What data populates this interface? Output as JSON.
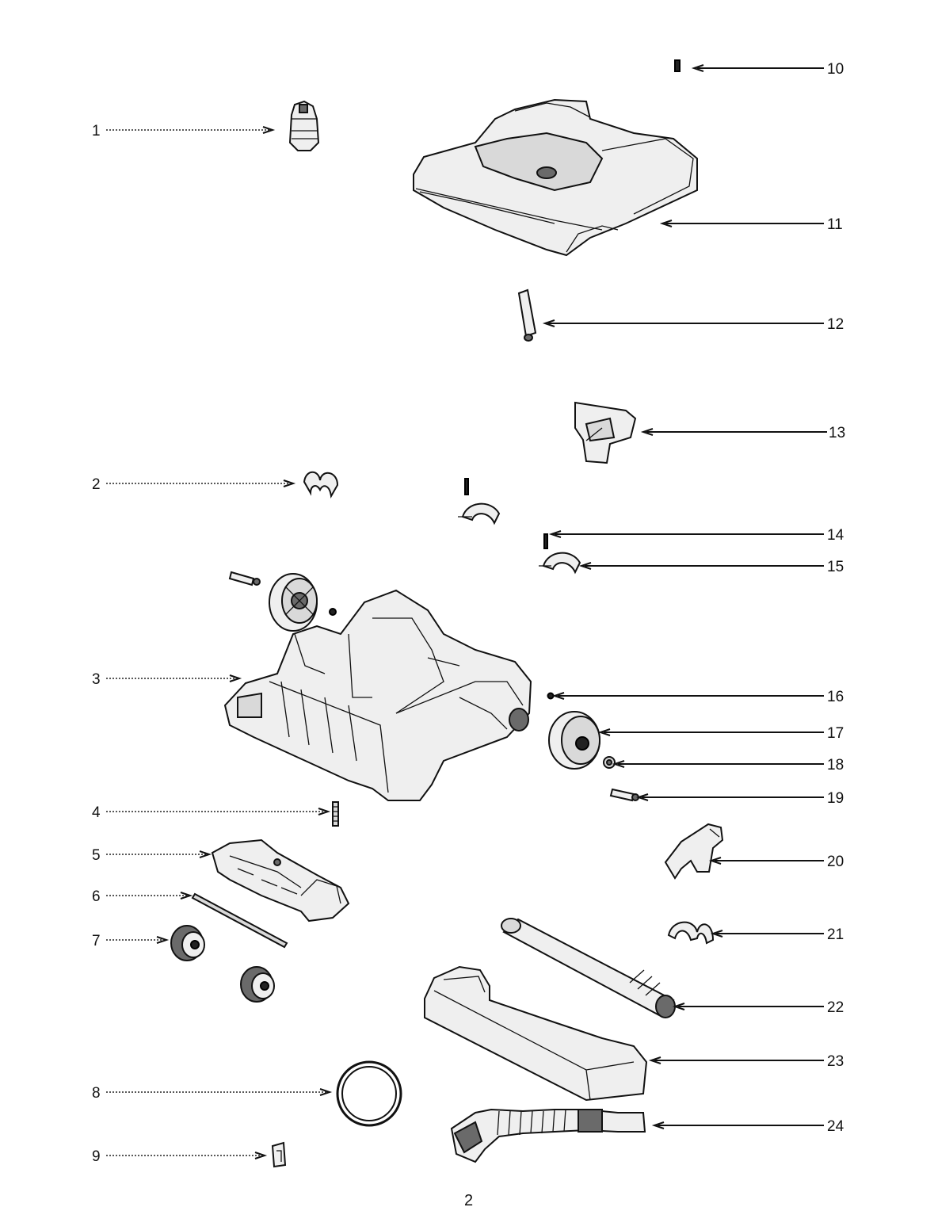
{
  "diagram": {
    "page_number": "2",
    "callouts": [
      {
        "id": "1",
        "label": "1"
      },
      {
        "id": "2",
        "label": "2"
      },
      {
        "id": "3",
        "label": "3"
      },
      {
        "id": "4",
        "label": "4"
      },
      {
        "id": "5",
        "label": "5"
      },
      {
        "id": "6",
        "label": "6"
      },
      {
        "id": "7",
        "label": "7"
      },
      {
        "id": "8",
        "label": "8"
      },
      {
        "id": "9",
        "label": "9"
      },
      {
        "id": "10",
        "label": "10"
      },
      {
        "id": "11",
        "label": "11"
      },
      {
        "id": "12",
        "label": "12"
      },
      {
        "id": "13",
        "label": "13"
      },
      {
        "id": "14",
        "label": "14"
      },
      {
        "id": "15",
        "label": "15"
      },
      {
        "id": "16",
        "label": "16"
      },
      {
        "id": "17",
        "label": "17"
      },
      {
        "id": "18",
        "label": "18"
      },
      {
        "id": "19",
        "label": "19"
      },
      {
        "id": "20",
        "label": "20"
      },
      {
        "id": "21",
        "label": "21"
      },
      {
        "id": "22",
        "label": "22"
      },
      {
        "id": "23",
        "label": "23"
      },
      {
        "id": "24",
        "label": "24"
      }
    ]
  }
}
